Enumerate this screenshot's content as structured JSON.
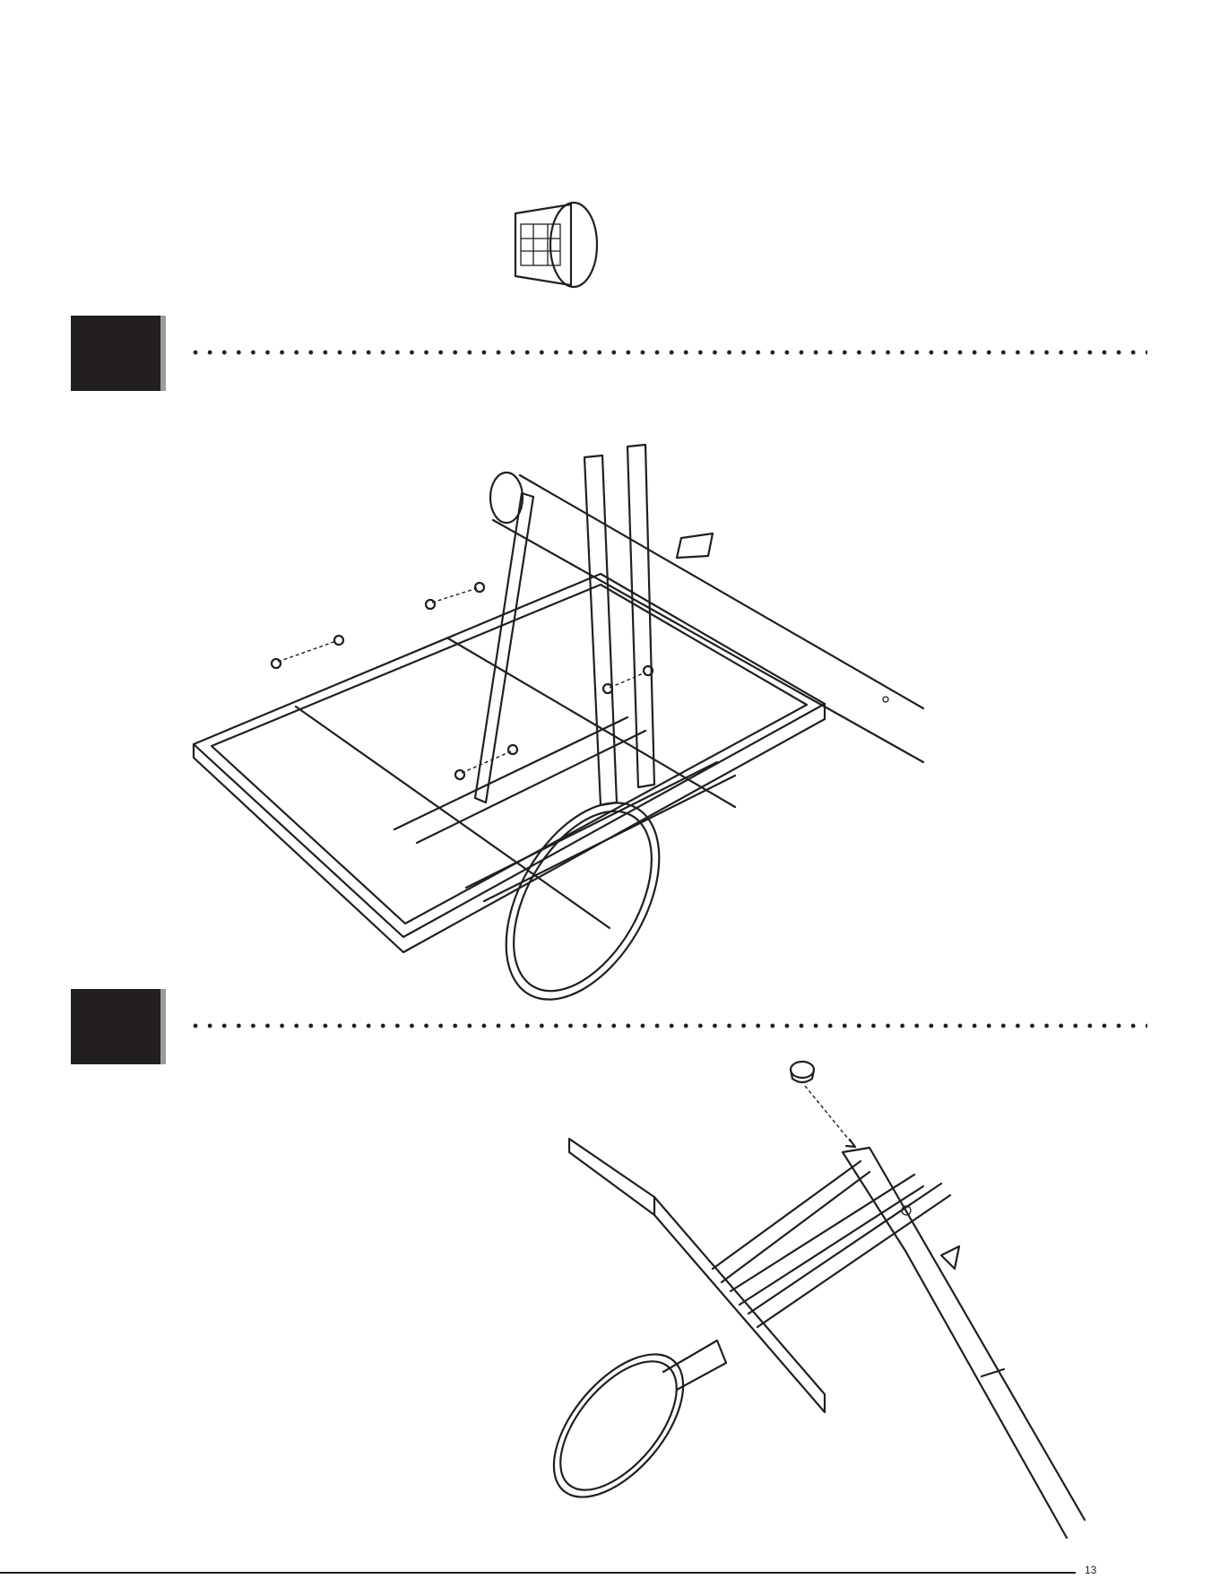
{
  "document": {
    "steps": [
      {
        "id": "step-a",
        "number": ""
      },
      {
        "id": "step-b",
        "number": ""
      }
    ],
    "page_number": "13"
  }
}
